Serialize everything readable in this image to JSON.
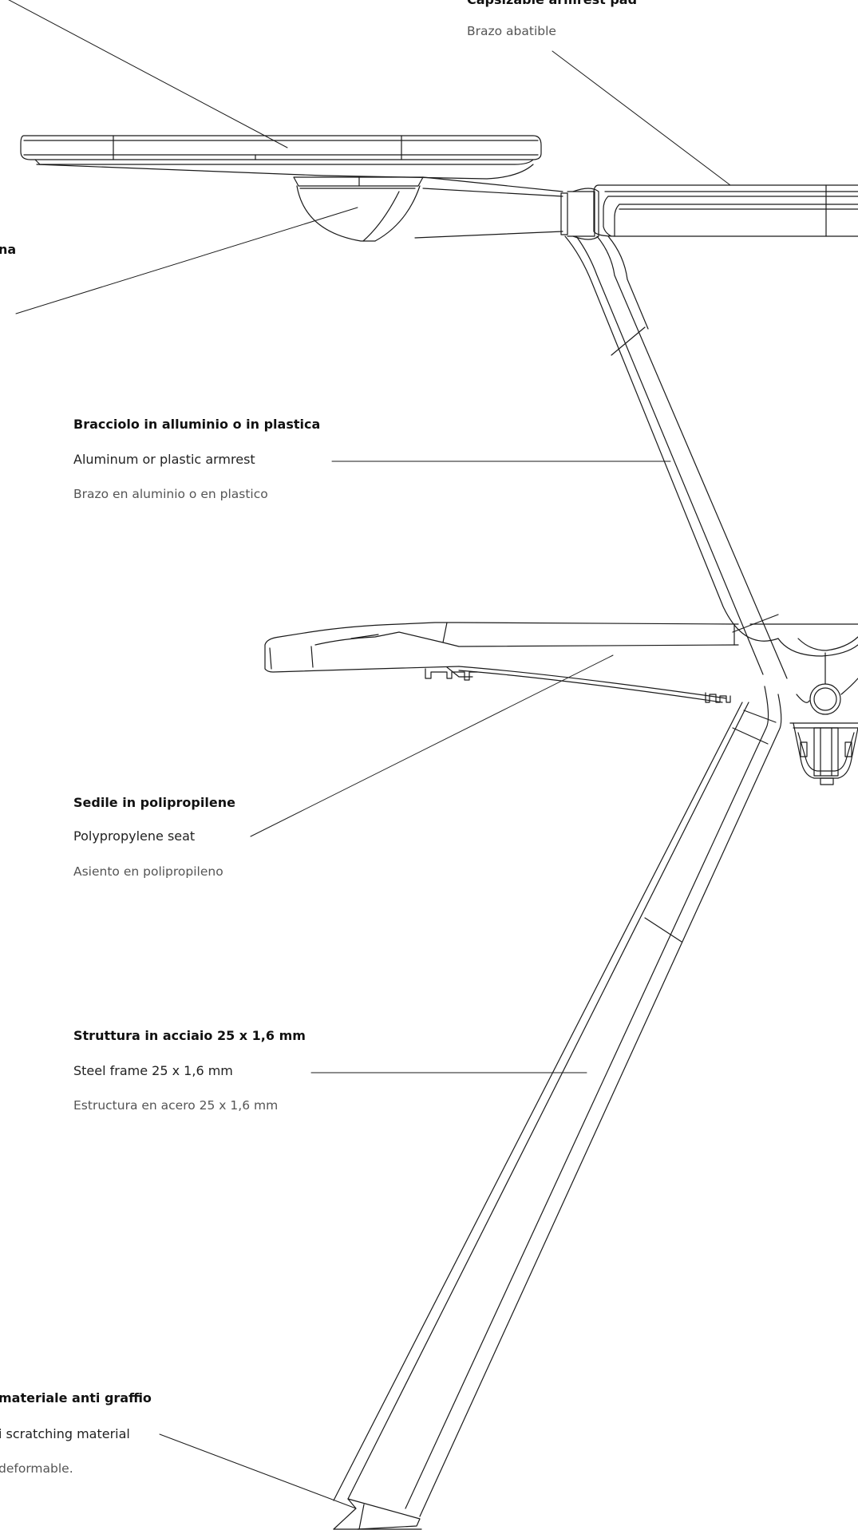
{
  "callouts": {
    "capsizable": {
      "en": "Capsizable armrest pad",
      "es": "Brazo abatible"
    },
    "left_mid": {
      "it_tail": "na"
    },
    "armrest": {
      "it": "Bracciolo in alluminio o in plastica",
      "en": "Aluminum or plastic armrest",
      "es": "Brazo en aluminio o en plastico"
    },
    "seat": {
      "it": "Sedile in polipropilene",
      "en": "Polypropylene seat",
      "es": "Asiento en polipropileno"
    },
    "frame": {
      "it": "Struttura in acciaio 25 x 1,6 mm",
      "en": "Steel frame 25 x 1,6 mm",
      "es": "Estructura en acero 25 x 1,6 mm"
    },
    "foot": {
      "it": "materiale anti graffio",
      "en": "i scratching material",
      "es": "deformable."
    }
  }
}
